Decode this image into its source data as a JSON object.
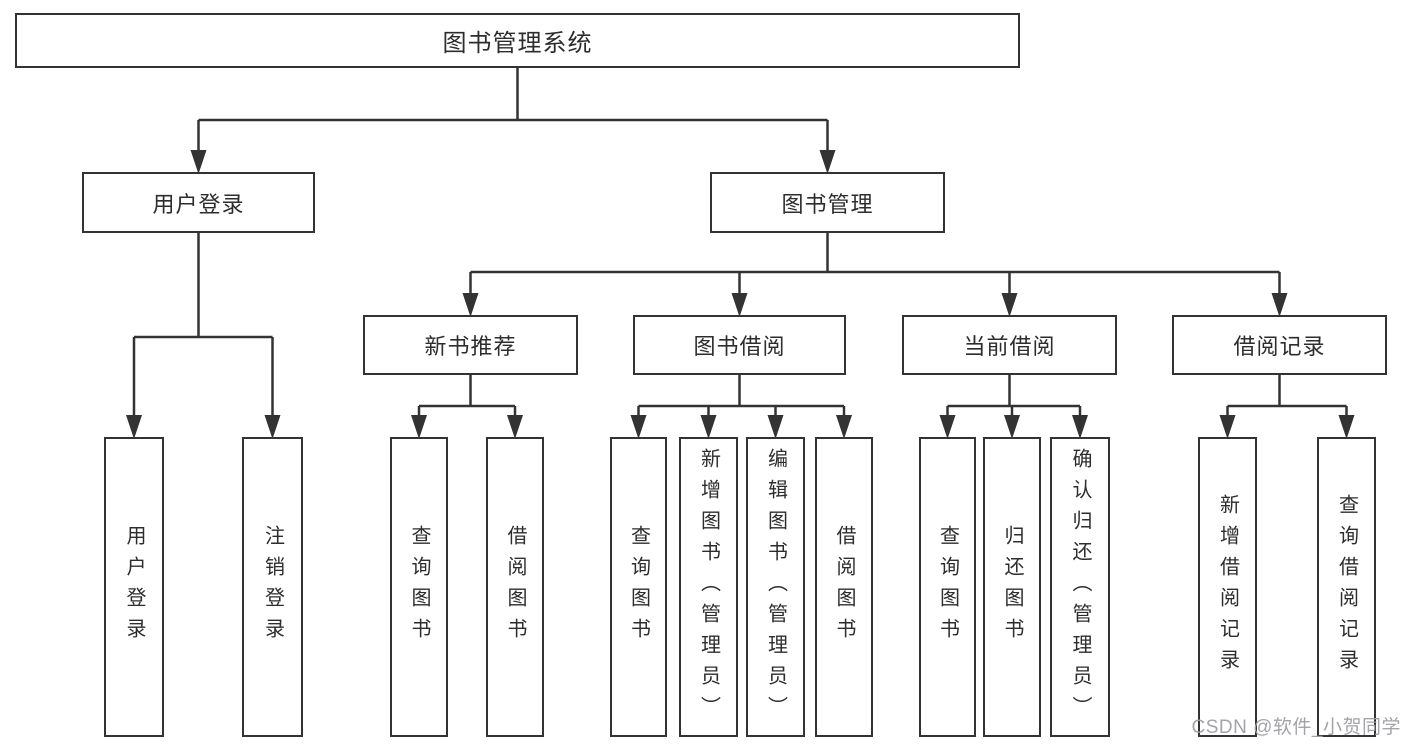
{
  "diagram": {
    "type": "tree",
    "title": "图书管理系统",
    "nodes": [
      {
        "id": "root",
        "parent": null,
        "label": "图书管理系统",
        "orientation": "horizontal"
      },
      {
        "id": "user-login-group",
        "parent": "root",
        "label": "用户登录",
        "orientation": "horizontal"
      },
      {
        "id": "book-mgmt",
        "parent": "root",
        "label": "图书管理",
        "orientation": "horizontal"
      },
      {
        "id": "new-book-rec",
        "parent": "book-mgmt",
        "label": "新书推荐",
        "orientation": "horizontal"
      },
      {
        "id": "book-borrow",
        "parent": "book-mgmt",
        "label": "图书借阅",
        "orientation": "horizontal"
      },
      {
        "id": "current-borrow",
        "parent": "book-mgmt",
        "label": "当前借阅",
        "orientation": "horizontal"
      },
      {
        "id": "borrow-records",
        "parent": "book-mgmt",
        "label": "借阅记录",
        "orientation": "horizontal"
      },
      {
        "id": "user-login",
        "parent": "user-login-group",
        "label": "用户登录",
        "orientation": "vertical"
      },
      {
        "id": "logout",
        "parent": "user-login-group",
        "label": "注销登录",
        "orientation": "vertical"
      },
      {
        "id": "nb-query",
        "parent": "new-book-rec",
        "label": "查询图书",
        "orientation": "vertical"
      },
      {
        "id": "nb-borrow",
        "parent": "new-book-rec",
        "label": "借阅图书",
        "orientation": "vertical"
      },
      {
        "id": "bb-query",
        "parent": "book-borrow",
        "label": "查询图书",
        "orientation": "vertical"
      },
      {
        "id": "bb-add",
        "parent": "book-borrow",
        "label": "新增图书（管理员）",
        "orientation": "vertical"
      },
      {
        "id": "bb-edit",
        "parent": "book-borrow",
        "label": "编辑图书（管理员）",
        "orientation": "vertical"
      },
      {
        "id": "bb-borrow",
        "parent": "book-borrow",
        "label": "借阅图书",
        "orientation": "vertical"
      },
      {
        "id": "cb-query",
        "parent": "current-borrow",
        "label": "查询图书",
        "orientation": "vertical"
      },
      {
        "id": "cb-return",
        "parent": "current-borrow",
        "label": "归还图书",
        "orientation": "vertical"
      },
      {
        "id": "cb-confirm",
        "parent": "current-borrow",
        "label": "确认归还（管理员）",
        "orientation": "vertical"
      },
      {
        "id": "rec-add",
        "parent": "borrow-records",
        "label": "新增借阅记录",
        "orientation": "vertical"
      },
      {
        "id": "rec-query",
        "parent": "borrow-records",
        "label": "查询借阅记录",
        "orientation": "vertical"
      }
    ],
    "colors": {
      "line": "#333333",
      "box_border": "#333333",
      "text": "#2d2d2d",
      "watermark": "#9e9ea3",
      "background": "#ffffff"
    }
  },
  "watermark": {
    "text": "CSDN @软件_小贺同学"
  }
}
